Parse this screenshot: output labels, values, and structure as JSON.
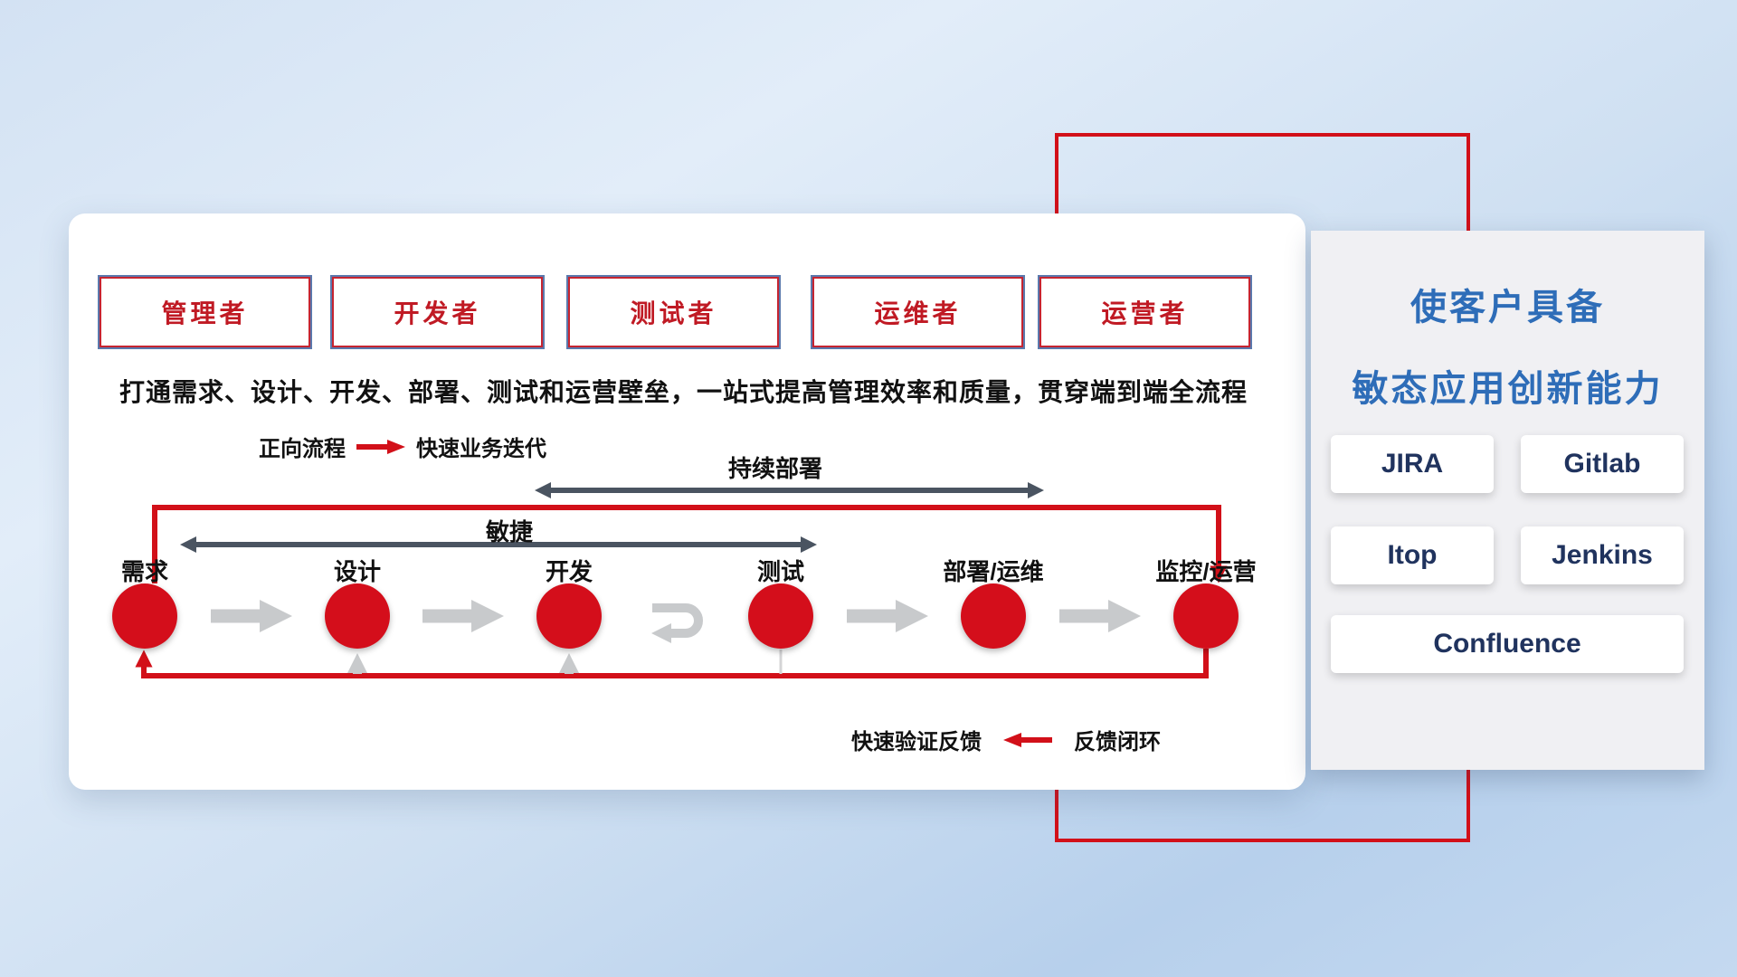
{
  "roles": [
    "管理者",
    "开发者",
    "测试者",
    "运维者",
    "运营者"
  ],
  "banner": "打通需求、设计、开发、部署、测试和运营壁垒，一站式提高管理效率和质量，贯穿端到端全流程",
  "legend_forward": {
    "label": "正向流程",
    "desc": "快速业务迭代"
  },
  "legend_feedback": {
    "label": "快速验证反馈",
    "desc": "反馈闭环"
  },
  "flow": {
    "stages": [
      "需求",
      "设计",
      "开发",
      "测试",
      "部署/运维",
      "监控/运营"
    ],
    "agile_label": "敏捷",
    "continuous_deploy_label": "持续部署"
  },
  "right_panel": {
    "title_line1": "使客户具备",
    "title_line2": "敏态应用创新能力",
    "tools": [
      "JIRA",
      "Gitlab",
      "Itop",
      "Jenkins",
      "Confluence"
    ]
  },
  "colors": {
    "accent_red": "#d21019",
    "title_blue": "#2e6db8",
    "tool_navy": "#20335e",
    "dark_arrow": "#4a5461",
    "gray_arrow": "#c8cacc"
  }
}
